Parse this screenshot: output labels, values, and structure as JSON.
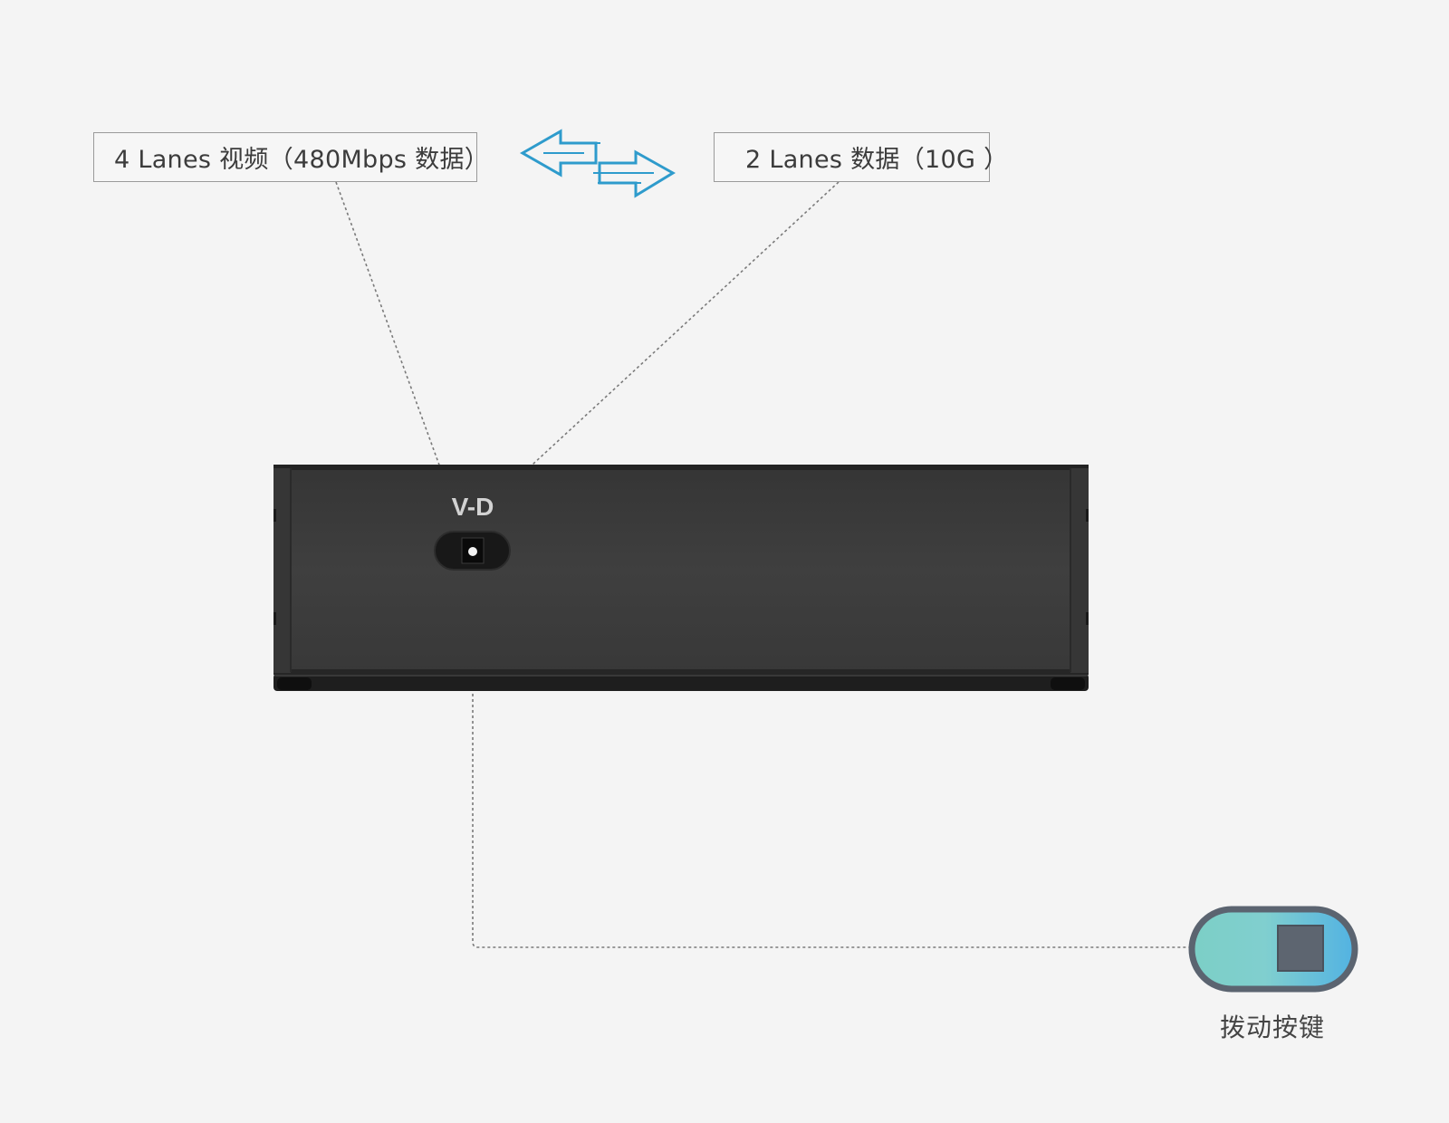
{
  "labels": {
    "video_lanes": "4 Lanes 视频（480Mbps 数据）",
    "data_lanes": "2 Lanes 数据（10G ）"
  },
  "device": {
    "port_label": "V-D"
  },
  "switch": {
    "caption": "拨动按键"
  },
  "colors": {
    "background": "#f4f4f4",
    "arrow": "#2f9ccc",
    "device_body": "#3d3d3d",
    "switch_left": "#7dcfc8",
    "switch_right": "#58b4e0",
    "switch_knob": "#5d6570"
  },
  "icons": {
    "bidirectional_arrow": "double-arrow-icon",
    "switch": "toggle-switch-icon"
  }
}
